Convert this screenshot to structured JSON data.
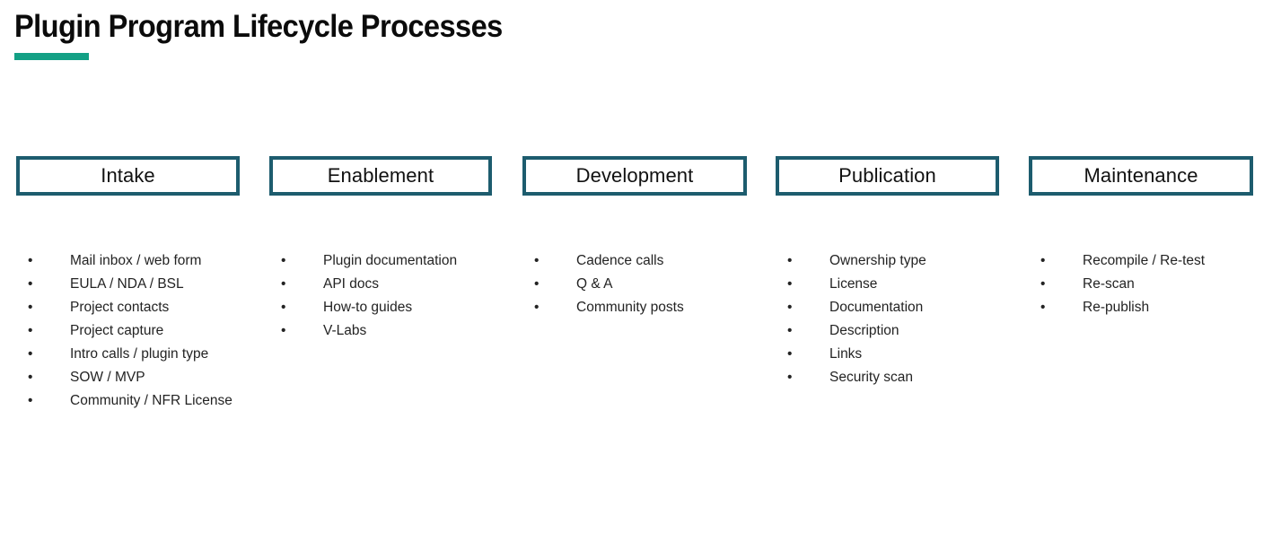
{
  "slide": {
    "title": "Plugin Program Lifecycle Processes",
    "accent_color": "#13a085",
    "box_border_color": "#1d5c6e",
    "background_color": "#ffffff",
    "text_color": "#232323",
    "bullet_glyph": "•"
  },
  "columns": [
    {
      "phase": "Intake",
      "items": [
        "Mail inbox / web form",
        "EULA / NDA / BSL",
        "Project contacts",
        "Project capture",
        "Intro calls / plugin type",
        "SOW / MVP",
        "Community / NFR License"
      ]
    },
    {
      "phase": "Enablement",
      "items": [
        "Plugin documentation",
        "API docs",
        "How-to guides",
        "V-Labs"
      ]
    },
    {
      "phase": "Development",
      "items": [
        "Cadence calls",
        "Q & A",
        "Community posts"
      ]
    },
    {
      "phase": "Publication",
      "items": [
        "Ownership type",
        "License",
        "Documentation",
        "Description",
        "Links",
        "Security scan"
      ]
    },
    {
      "phase": "Maintenance",
      "items": [
        "Recompile / Re-test",
        "Re-scan",
        "Re-publish"
      ]
    }
  ]
}
